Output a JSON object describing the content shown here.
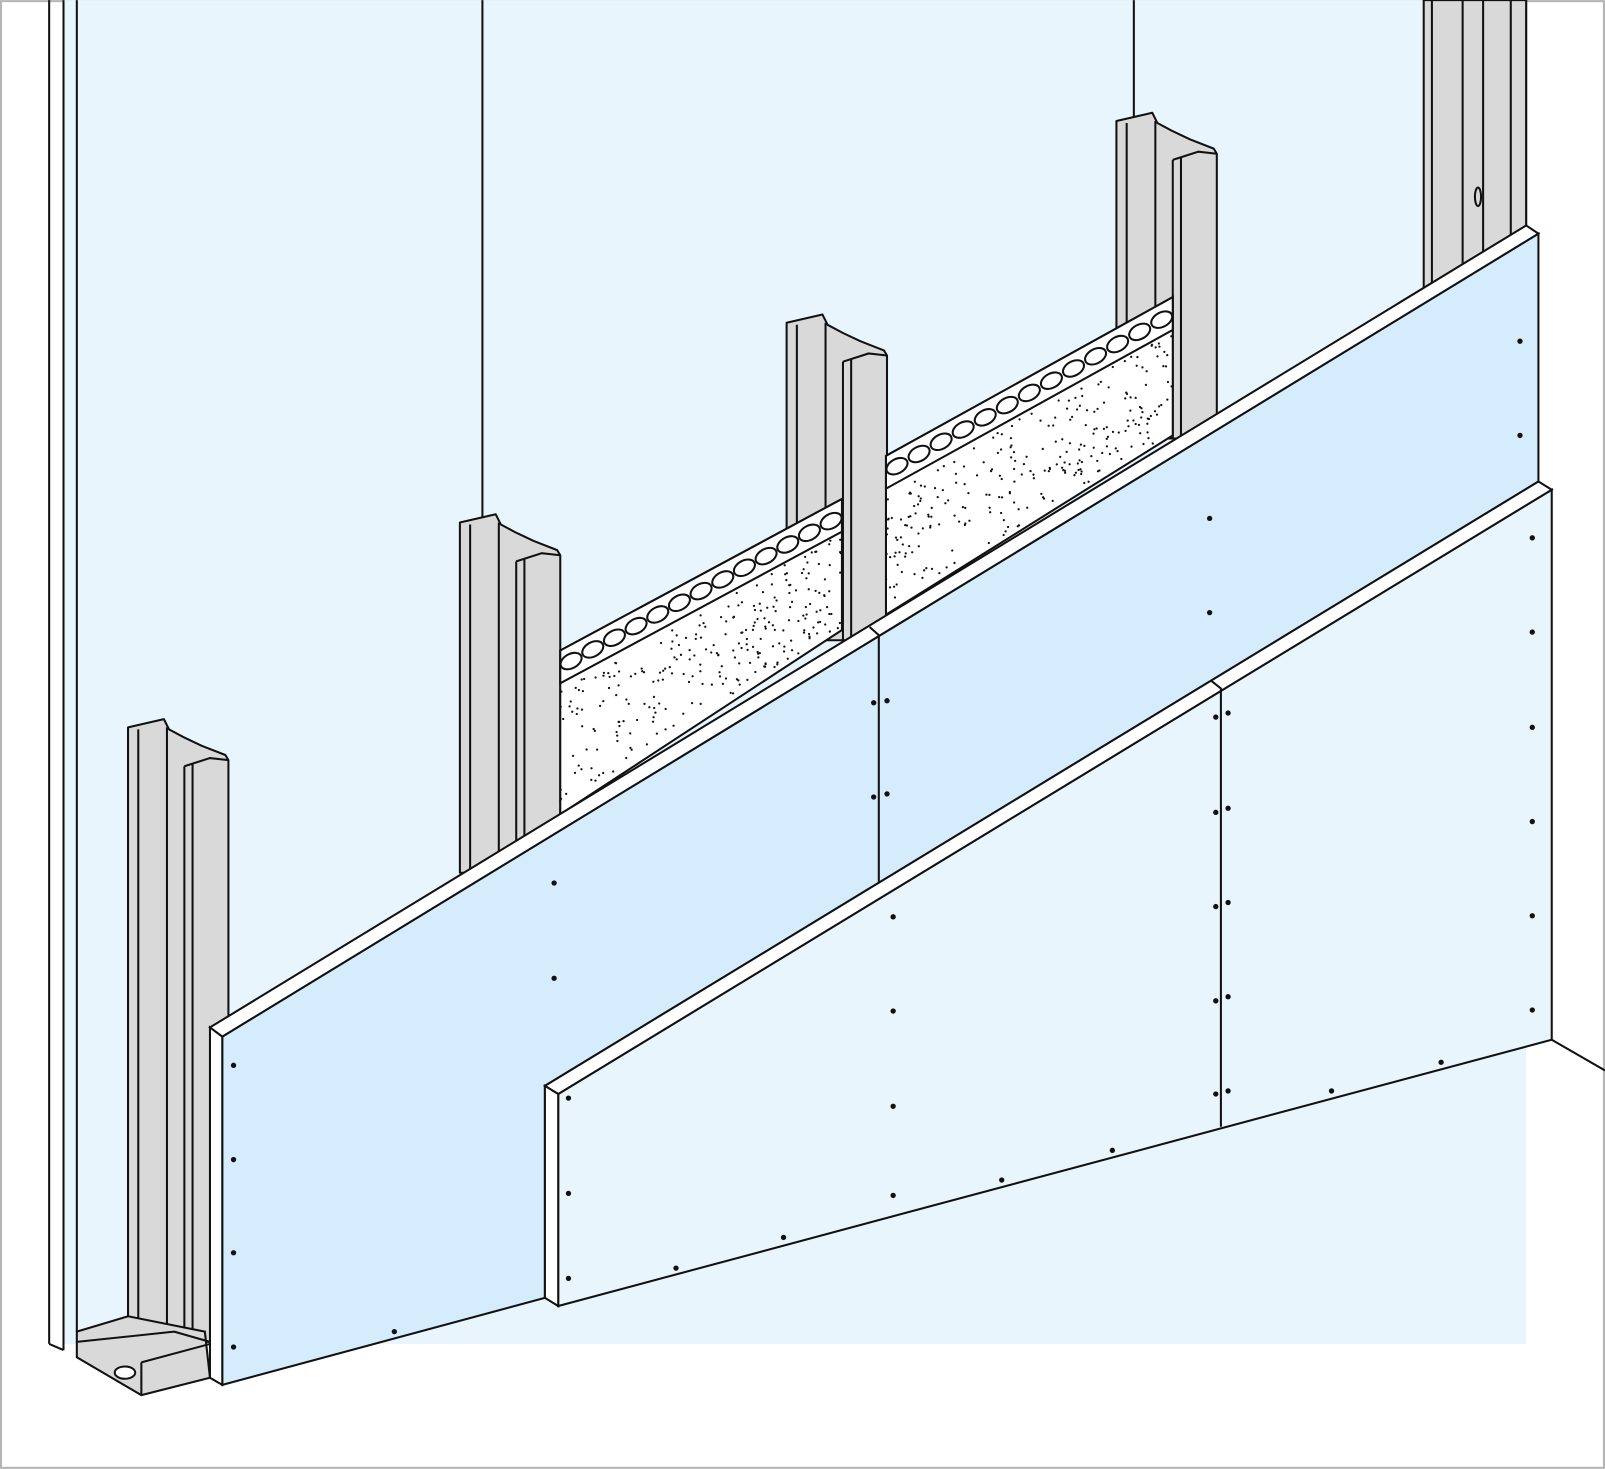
{
  "colors": {
    "wall": "#e8f5fd",
    "board_back_layer": "#d4ecfb",
    "board_front_layer": "#e8f5fd",
    "board_edge": "#ffffff",
    "stud_metal": "#d9d9d9",
    "insulation": "#ffffff",
    "line": "#111111",
    "frame": "#b5b5b5"
  },
  "icons": [
    "metal-stud",
    "insulation-batt",
    "plasterboard",
    "floor-track",
    "screw"
  ]
}
